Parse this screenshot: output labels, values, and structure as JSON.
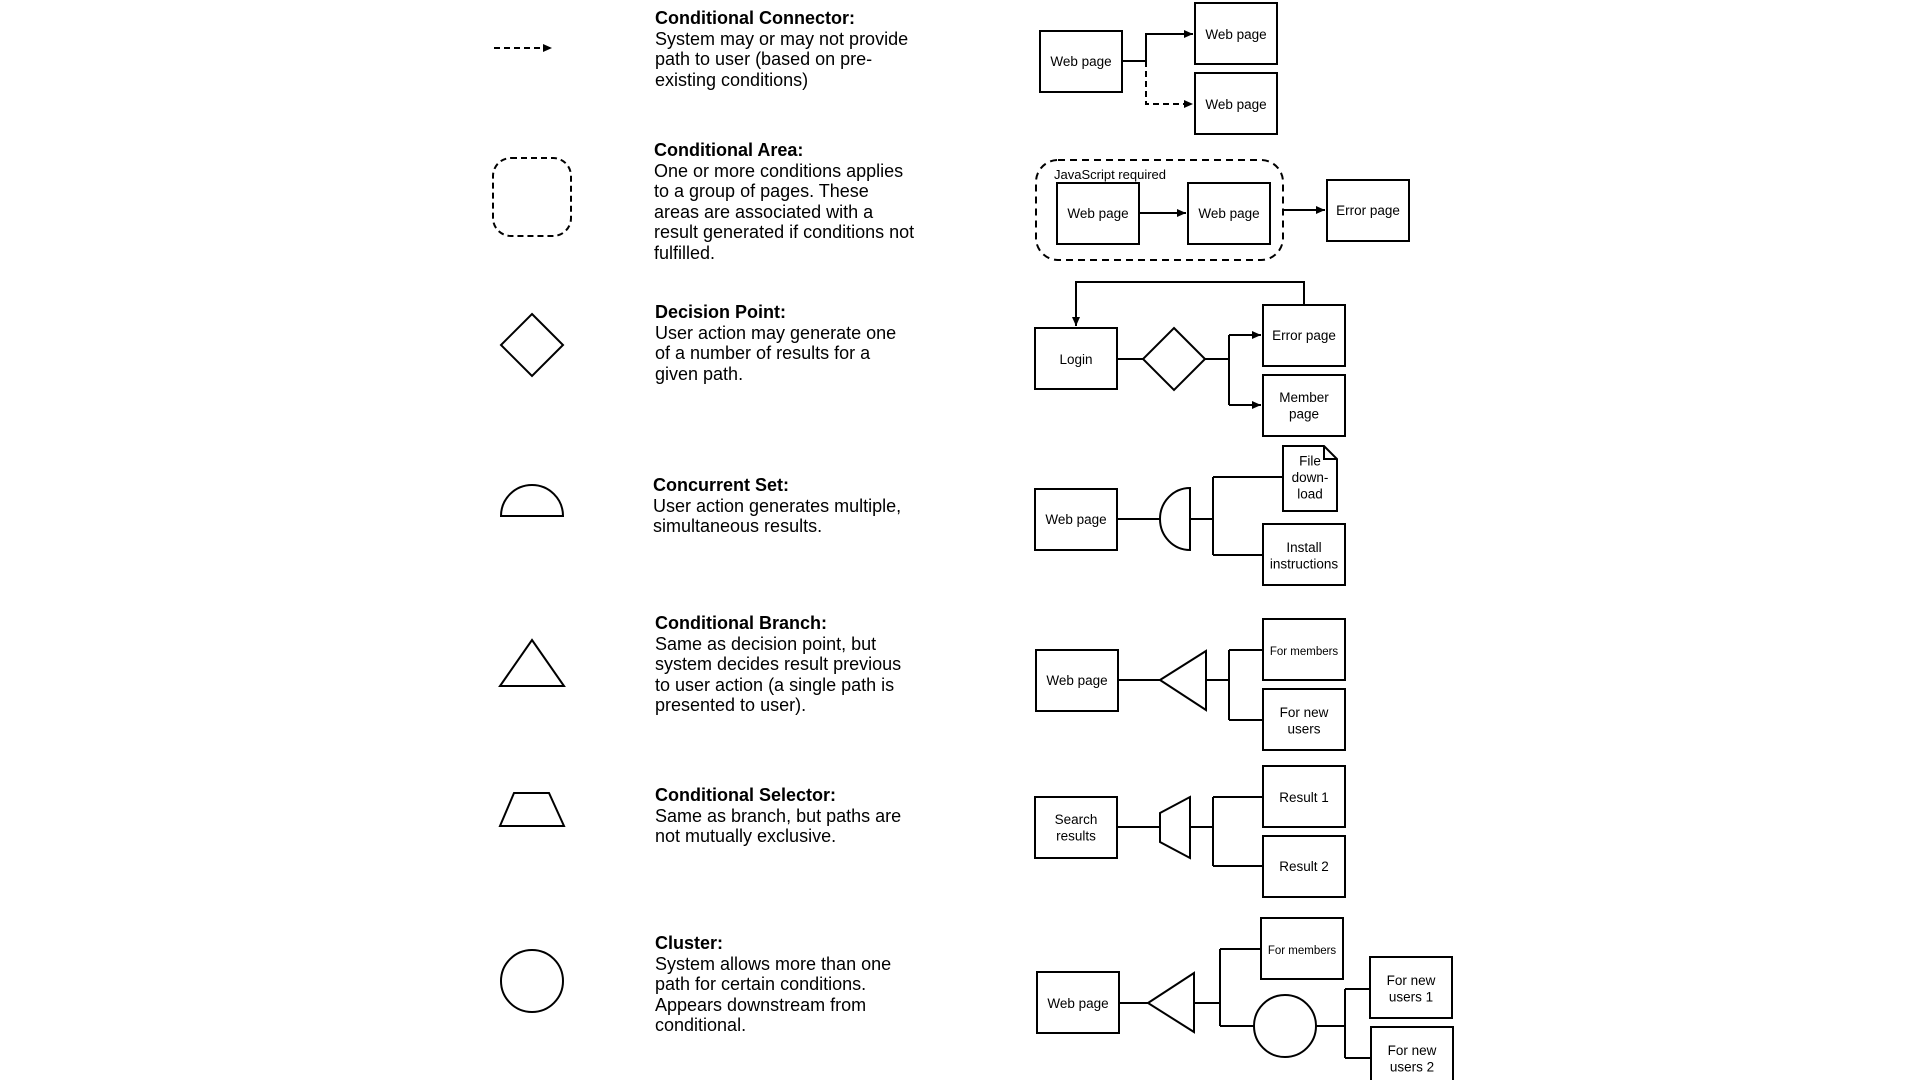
{
  "legend": {
    "conditional_connector": {
      "title": "Conditional Connector:",
      "description": "System may or may not provide\npath to user (based on pre-\nexisting conditions)",
      "example": {
        "source": "Web page",
        "target_1": "Web page",
        "target_2": "Web page"
      }
    },
    "conditional_area": {
      "title": "Conditional Area:",
      "description": "One or more conditions applies\nto a group of pages.  These\nareas are associated with a\nresult generated if conditions not\nfulfilled.",
      "example": {
        "area_label": "JavaScript required",
        "page_1": "Web page",
        "page_2": "Web page",
        "result": "Error page"
      }
    },
    "decision_point": {
      "title": "Decision Point:",
      "description": "User action may generate one\nof a number of results for a\ngiven path.",
      "example": {
        "source": "Login",
        "result_1": "Error page",
        "result_2": "Member\npage"
      }
    },
    "concurrent_set": {
      "title": "Concurrent Set:",
      "description": "User action generates multiple,\nsimultaneous results.",
      "example": {
        "source": "Web page",
        "result_1": "File\ndown-\nload",
        "result_2": "Install\ninstructions"
      }
    },
    "conditional_branch": {
      "title": "Conditional Branch:",
      "description": "Same as decision point, but\nsystem decides result previous\nto user action  (a single path is\npresented to user).",
      "example": {
        "source": "Web page",
        "result_1": "For members",
        "result_2": "For new\nusers"
      }
    },
    "conditional_selector": {
      "title": "Conditional Selector:",
      "description": "Same as branch, but paths are\nnot mutually exclusive.",
      "example": {
        "source": "Search\nresults",
        "result_1": "Result 1",
        "result_2": "Result 2"
      }
    },
    "cluster": {
      "title": "Cluster:",
      "description": "System allows more than one\npath for certain conditions.\nAppears downstream from\nconditional.",
      "example": {
        "source": "Web page",
        "result_1": "For members",
        "result_2": "For new\nusers 1",
        "result_3": "For new\nusers 2"
      }
    }
  }
}
